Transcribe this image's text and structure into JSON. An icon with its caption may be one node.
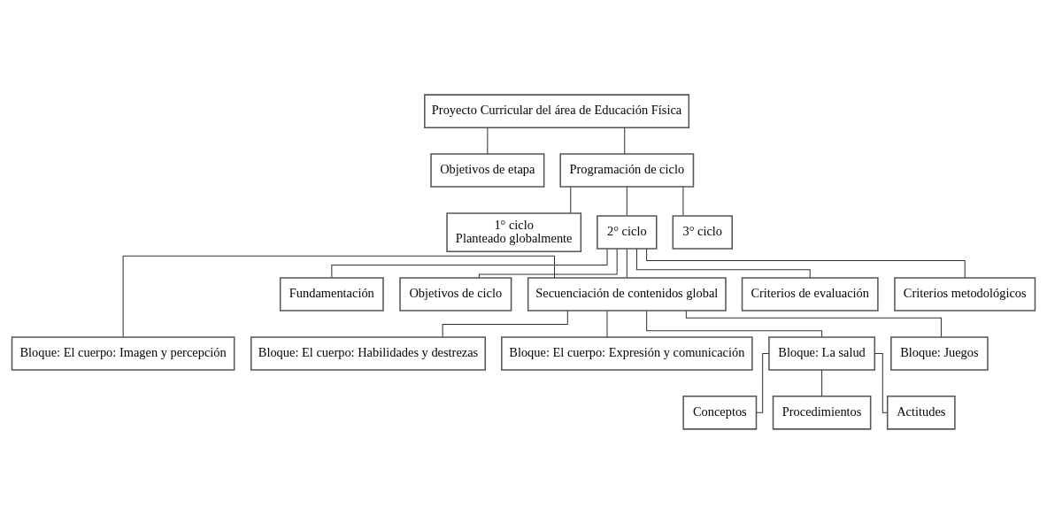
{
  "diagram": {
    "nodes": [
      {
        "text": [
          "Proyecto Curricular del área de Educación Física"
        ]
      },
      {
        "text": [
          "Objetivos de etapa"
        ]
      },
      {
        "text": [
          "Programación de ciclo"
        ]
      },
      {
        "text": [
          "1° ciclo",
          "Planteado globalmente"
        ]
      },
      {
        "text": [
          "2° ciclo"
        ]
      },
      {
        "text": [
          "3° ciclo"
        ]
      },
      {
        "text": [
          "Fundamentación"
        ]
      },
      {
        "text": [
          "Objetivos de ciclo"
        ]
      },
      {
        "text": [
          "Secuenciación de contenidos global"
        ]
      },
      {
        "text": [
          "Criterios de evaluación"
        ]
      },
      {
        "text": [
          "Criterios metodológicos"
        ]
      },
      {
        "text": [
          "Bloque: El cuerpo: Imagen y percepción"
        ]
      },
      {
        "text": [
          "Bloque: El cuerpo: Habilidades y destrezas"
        ]
      },
      {
        "text": [
          "Bloque: El cuerpo: Expresión y comunicación"
        ]
      },
      {
        "text": [
          "Bloque: La salud"
        ]
      },
      {
        "text": [
          "Bloque: Juegos"
        ]
      },
      {
        "text": [
          "Conceptos"
        ]
      },
      {
        "text": [
          "Procedimientos"
        ]
      },
      {
        "text": [
          "Actitudes"
        ]
      }
    ],
    "edges": [
      {
        "from": 0,
        "to": 1,
        "arrow": "none"
      },
      {
        "from": 0,
        "to": 2,
        "arrow": "none"
      },
      {
        "from": 2,
        "to": 3,
        "arrow": "none"
      },
      {
        "from": 2,
        "to": 4,
        "arrow": "none"
      },
      {
        "from": 2,
        "to": 5,
        "arrow": "none"
      },
      {
        "from": 4,
        "to": 6,
        "arrow": "none"
      },
      {
        "from": 4,
        "to": 7,
        "arrow": "none"
      },
      {
        "from": 4,
        "to": 8,
        "arrow": "none"
      },
      {
        "from": 4,
        "to": 9,
        "arrow": "none"
      },
      {
        "from": 4,
        "to": 10,
        "arrow": "none"
      },
      {
        "from": 8,
        "to": 11,
        "arrow": "none"
      },
      {
        "from": 8,
        "to": 12,
        "arrow": "none"
      },
      {
        "from": 8,
        "to": 13,
        "arrow": "none"
      },
      {
        "from": 8,
        "to": 14,
        "arrow": "none"
      },
      {
        "from": 8,
        "to": 15,
        "arrow": "none"
      },
      {
        "from": 14,
        "to": 16,
        "arrow": "none"
      },
      {
        "from": 14,
        "to": 17,
        "arrow": "none"
      },
      {
        "from": 14,
        "to": 18,
        "arrow": "none"
      }
    ]
  }
}
